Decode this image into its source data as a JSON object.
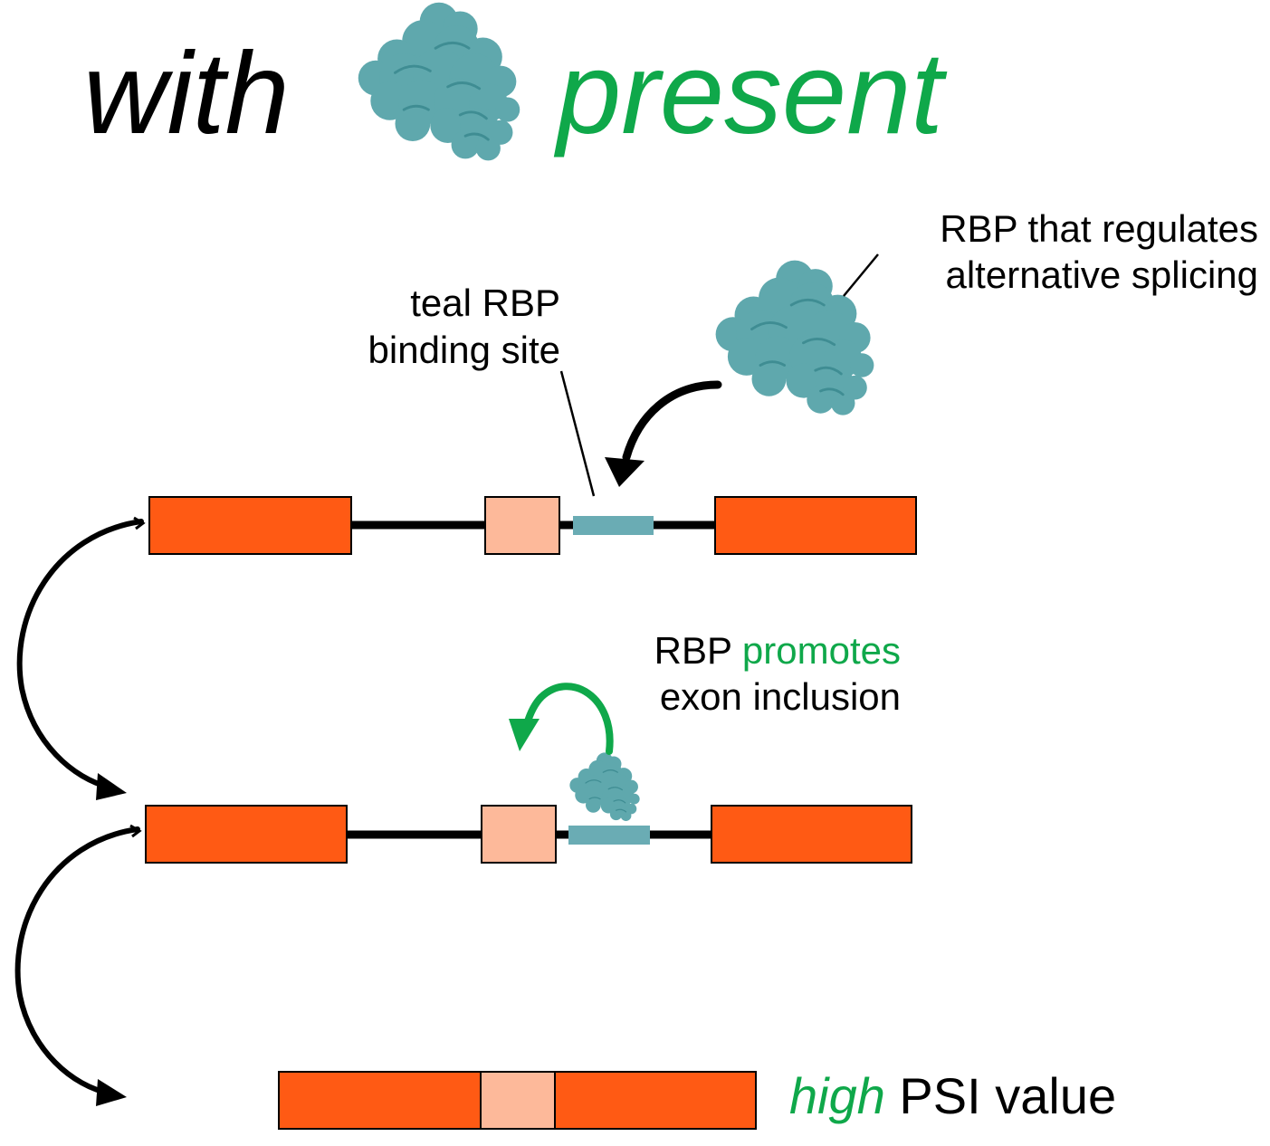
{
  "title": {
    "word1": "with",
    "word2": "present"
  },
  "labels": {
    "rbp_line1": "RBP that regulates",
    "rbp_line2": "alternative splicing",
    "site_line1": "teal RBP",
    "site_line2": "binding site",
    "promotes_prefix": "RBP ",
    "promotes_word": "promotes",
    "promotes_line2": "exon inclusion",
    "result_italic": "high",
    "result_rest": " PSI value"
  },
  "colors": {
    "constitutive_exon": "#ff5a14",
    "alternative_exon": "#fdb99a",
    "binding_site": "#6aacb4",
    "rbp": "#5fa8ad",
    "accent_green": "#0fa84a",
    "intron": "#000000"
  },
  "icons": {
    "rbp": "protein-blob-icon"
  }
}
